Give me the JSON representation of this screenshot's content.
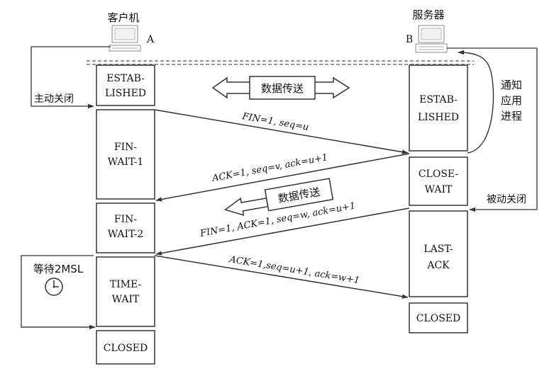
{
  "client": {
    "title": "客户机",
    "label": "A",
    "close_action": "主动关闭"
  },
  "server": {
    "title": "服务器",
    "label": "B",
    "close_action": "被动关闭",
    "notify_app": [
      "通知",
      "应用",
      "进程"
    ]
  },
  "client_states": [
    [
      "ESTAB-",
      "LISHED"
    ],
    [
      "FIN-",
      "WAIT-1"
    ],
    [
      "FIN-",
      "WAIT-2"
    ],
    [
      "TIME-",
      "WAIT"
    ],
    [
      "CLOSED"
    ]
  ],
  "server_states": [
    [
      "ESTAB-",
      "LISHED"
    ],
    [
      "CLOSE-",
      "WAIT"
    ],
    [
      "LAST-",
      "ACK"
    ],
    [
      "CLOSED"
    ]
  ],
  "data_transfer": [
    "数据传送",
    "数据传送"
  ],
  "segments": [
    "FIN=1, seq=u",
    "ACK=1, seq=v, ack=u+1",
    "FIN=1, ACK=1, seq=w, ack=u+1",
    "ACK=1,seq=u+1, ack=w+1"
  ],
  "wait_2msl": "等待2MSL",
  "icons": [
    "computer-icon",
    "server-icon",
    "clock-icon"
  ],
  "colors": {
    "line": "#333333",
    "box_fill": "#ffffff"
  }
}
